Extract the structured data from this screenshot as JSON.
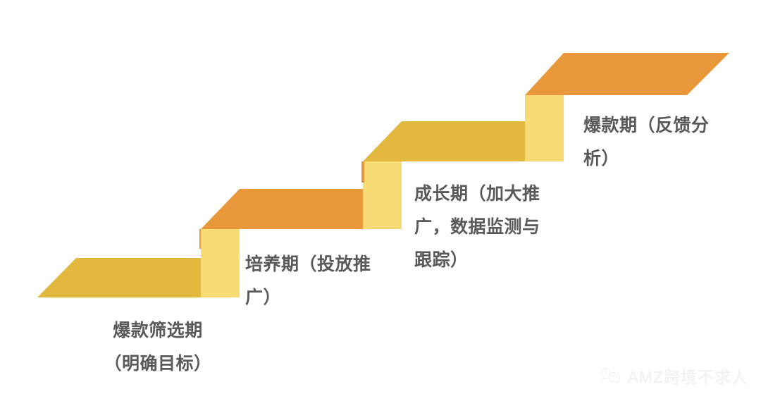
{
  "diagram": {
    "type": "staircase",
    "background_color": "#ffffff",
    "text_color": "#595959",
    "colors": {
      "gold_top": "#E3B83E",
      "orange_top": "#E8983A",
      "riser_front": "#F7DC75",
      "riser_side": "#FAE6A0",
      "orange_riser_edge": "#E8983A"
    },
    "steps": [
      {
        "index": 1,
        "label": "爆款筛选期\n（明确目标）",
        "label_lines": [
          "爆款筛选期",
          "（明确目标）"
        ],
        "top_color": "#E3B83E",
        "riser_color": "#F7DC75"
      },
      {
        "index": 2,
        "label": "培养期（投放推广）",
        "label_lines": [
          "培养期（投放",
          "推广）"
        ],
        "top_color": "#E8983A",
        "riser_color": "#F7DC75"
      },
      {
        "index": 3,
        "label": "成长期（加大推广，数据监测与跟踪）",
        "label_lines": [
          "成长期（加大",
          "推广，数据监",
          "测与跟踪）"
        ],
        "top_color": "#E3B83E",
        "riser_color": "#F7DC75"
      },
      {
        "index": 4,
        "label": "爆款期（反馈分析）",
        "label_lines": [
          "爆款期（反馈",
          "分析）"
        ],
        "top_color": "#E8983A",
        "riser_color": "#F7DC75"
      }
    ]
  },
  "watermark": {
    "text": "AMZ跨境不求人",
    "icon": "wechat-icon",
    "color": "#f2f2f2"
  }
}
